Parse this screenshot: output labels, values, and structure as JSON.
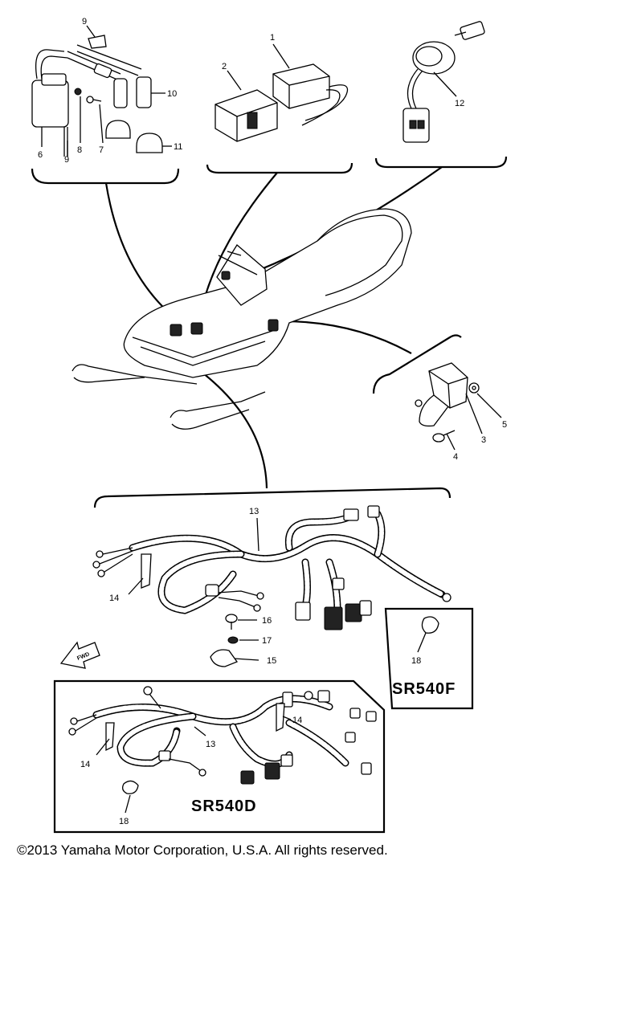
{
  "diagram": {
    "callouts": {
      "c1": "1",
      "c2": "2",
      "c3": "3",
      "c4": "4",
      "c5": "5",
      "c6": "6",
      "c7": "7",
      "c8": "8",
      "c9": "9",
      "c10": "10",
      "c11": "11",
      "c12": "12",
      "c13": "13",
      "c13b": "13",
      "c14": "14",
      "c14b": "14",
      "c14c": "14",
      "c15": "15",
      "c16": "16",
      "c17": "17",
      "c18": "18",
      "c18b": "18"
    },
    "models": {
      "f": "SR540F",
      "d": "SR540D"
    },
    "forward_arrow": "FWD"
  },
  "footer": {
    "copyright": "©2013 Yamaha Motor Corporation, U.S.A. All rights reserved."
  }
}
